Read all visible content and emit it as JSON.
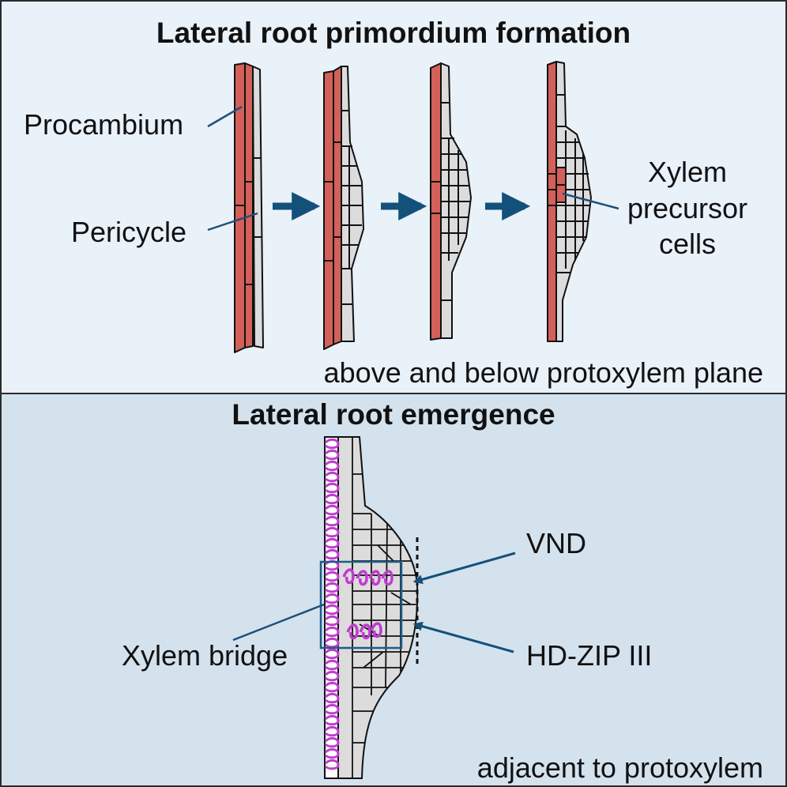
{
  "colors": {
    "top_panel_bg": "#e9f1f9",
    "bottom_panel_bg": "#d4e2ee",
    "border": "#2b2b2b",
    "procambium": "#d4605a",
    "pericycle_cell": "#dddddd",
    "arrow": "#14517a",
    "xylem_spiral": "#c03ccf",
    "box": "#1d5c8a"
  },
  "top_panel": {
    "title": "Lateral root primordium formation",
    "label_procambium": "Procambium",
    "label_pericycle": "Pericycle",
    "label_xylem_line1": "Xylem",
    "label_xylem_line2": "precursor",
    "label_xylem_line3": "cells",
    "caption": "above and below protoxylem plane"
  },
  "bottom_panel": {
    "title": "Lateral root emergence",
    "label_vnd": "VND",
    "label_hdzip": "HD-ZIP III",
    "label_bridge": "Xylem bridge",
    "caption": "adjacent to protoxylem"
  }
}
